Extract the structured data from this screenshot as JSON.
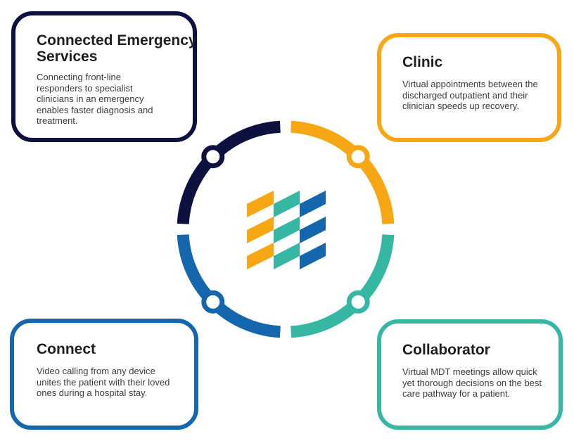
{
  "cards": {
    "emergency": {
      "title": "Connected Emergency Services",
      "body": "Connecting front-line responders to specialist clinicians in an emergency enables faster diagnosis and treatment.",
      "color": "#0c1140"
    },
    "clinic": {
      "title": "Clinic",
      "body": "Virtual appointments between the discharged outpatient and their clinician speeds up recovery.",
      "color": "#f6a713"
    },
    "connect": {
      "title": "Connect",
      "body": "Video calling from any device unites the patient with their loved ones during a hospital stay.",
      "color": "#1567ad"
    },
    "collab": {
      "title": "Collaborator",
      "body": "Virtual MDT meetings allow quick yet thorough decisions on the best care pathway for a patient.",
      "color": "#35b7a4"
    }
  },
  "ring": {
    "segments": [
      {
        "name": "emergency",
        "color": "#0c1140"
      },
      {
        "name": "clinic",
        "color": "#f6a713"
      },
      {
        "name": "collab",
        "color": "#35b7a4"
      },
      {
        "name": "connect",
        "color": "#1567ad"
      }
    ],
    "node_icon": "ring-node-icon"
  },
  "logo": {
    "icon": "striped-flag-logo-icon",
    "colors": [
      "#f6a713",
      "#35b7a4",
      "#1567ad"
    ]
  }
}
